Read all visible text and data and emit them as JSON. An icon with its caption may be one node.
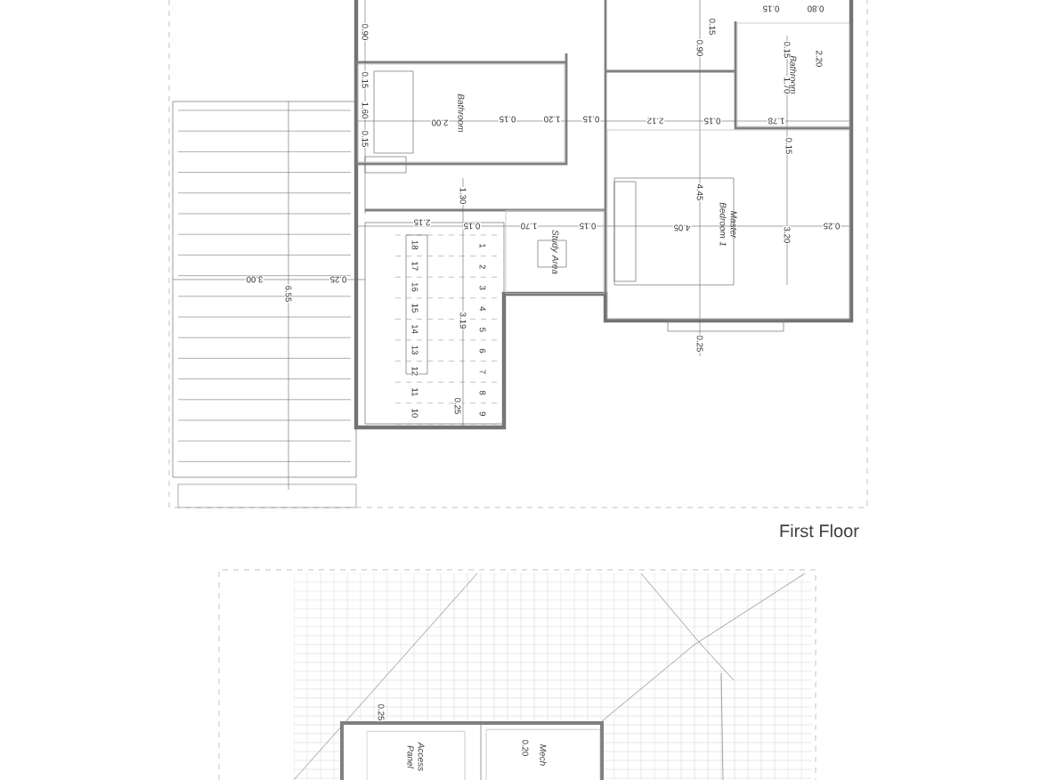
{
  "diagram": {
    "caption": "First Floor",
    "nodes": [
      {
        "text": [
          "Bathroom"
        ]
      },
      {
        "text": [
          "Bathroom"
        ]
      },
      {
        "text": [
          "Master Bedroom 1"
        ]
      },
      {
        "text": [
          "Study Area"
        ]
      },
      {
        "text": [
          "Access Panel"
        ]
      },
      {
        "text": [
          "Mech"
        ]
      }
    ],
    "labels": [
      "0.15",
      "0.80",
      "0.90",
      "0.15",
      "0.90",
      "0.15",
      "2.20",
      "0.15",
      "1.70",
      "1.60",
      "2.00",
      "0.15",
      "1.20",
      "0.15",
      "2.12",
      "0.15",
      "1.78",
      "0.15",
      "0.15",
      "1.30",
      "4.45",
      "2.15",
      "0.15",
      "1.70",
      "0.15",
      "4.05",
      "0.25",
      "3.20",
      "3.00",
      "0.25",
      "6.55",
      "3.19",
      "0.25",
      "0.25",
      "1",
      "2",
      "3",
      "4",
      "5",
      "6",
      "7",
      "8",
      "9",
      "10",
      "11",
      "12",
      "13",
      "14",
      "15",
      "16",
      "17",
      "18",
      "0.25",
      "0.20"
    ]
  }
}
